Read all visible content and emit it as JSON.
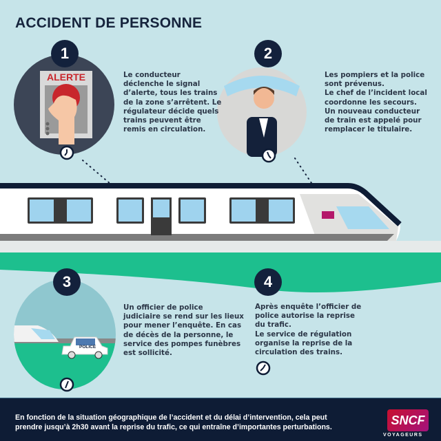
{
  "title": "ACCIDENT DE PERSONNE",
  "steps": [
    {
      "number": "1",
      "text": "Le conducteur\ndéclenche le signal\nd’alerte, tous les trains\nde la zone s’arrêtent. Le\nrégulateur décide quels\ntrains peuvent être\nremis en circulation.",
      "illustration_label": "ALERTE"
    },
    {
      "number": "2",
      "text": "Les pompiers et la police\nsont prévenus.\nLe chef de l’incident local\ncoordonne les secours.\nUn nouveau conducteur\nde train est appelé pour\nremplacer le titulaire."
    },
    {
      "number": "3",
      "text": "Un officier de police\njudiciaire se rend sur les lieux\npour mener l’enquête. En cas\nde décès de la personne, le\nservice des pompes funèbres\nest sollicité.",
      "illustration_label": "POLICE"
    },
    {
      "number": "4",
      "text": "Après enquête l’officier de\npolice autorise la reprise\ndu trafic.\nLe service de régulation\norganise la reprise de la\ncirculation des trains."
    }
  ],
  "footer": {
    "text": "En fonction de la situation géographique de l’accident et du délai d’intervention, cela peut\nprendre jusqu’à 2h30 avant la reprise du trafic, ce qui entraîne d’importantes perturbations.",
    "logo": "SNCF",
    "logo_sub": "VOYAGEURS"
  },
  "colors": {
    "background": "#c6e4e9",
    "navy": "#13213c",
    "green": "#1dbf8e",
    "alert_red": "#c8262c",
    "sncf": "#c8102e"
  },
  "icons": [
    "clock-icon",
    "alert-button-icon",
    "police-car-icon",
    "train-icon"
  ]
}
